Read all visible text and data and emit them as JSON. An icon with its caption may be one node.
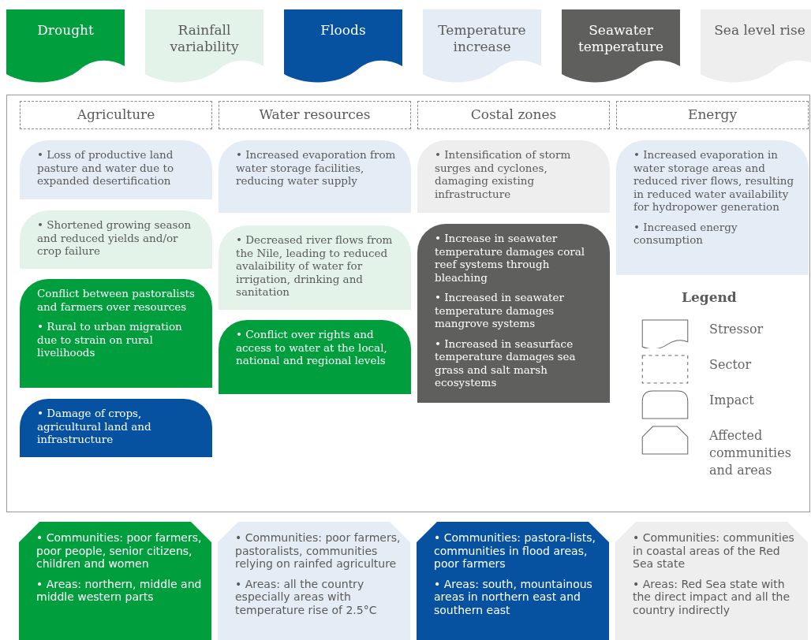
{
  "diagram": {
    "nodes": [
      {
        "text": [
          "Drought"
        ]
      },
      {
        "text": [
          "Rainfall variability"
        ]
      },
      {
        "text": [
          "Floods"
        ]
      },
      {
        "text": [
          "Temperature increase"
        ]
      },
      {
        "text": [
          "Seawater temperature"
        ]
      },
      {
        "text": [
          "Sea level rise"
        ]
      },
      {
        "text": [],
        "shape": "box"
      },
      {
        "text": [
          "Agriculture"
        ],
        "in": 6
      },
      {
        "text": [
          "Water resources"
        ],
        "in": 6
      },
      {
        "text": [
          "Costal zones"
        ],
        "in": 6
      },
      {
        "text": [
          "Energy"
        ],
        "in": 6
      },
      {
        "text": [
          "• Loss of productive land pasture and water due to expanded desertification"
        ],
        "in": 6
      },
      {
        "text": [
          "• Shortened growing season and reduced yields and/or crop failure"
        ],
        "in": 6
      },
      {
        "text": [
          "Conflict between pastoralists and farmers over resources",
          "• Rural to urban migration due to strain on rural livelihoods"
        ],
        "in": 6
      },
      {
        "text": [
          "• Damage of crops, agricultural land and infrastructure"
        ],
        "in": 6
      },
      {
        "text": [
          "• Increased evaporation from water storage facilities, reducing water supply"
        ],
        "in": 6
      },
      {
        "text": [
          "• Decreased river flows from the Nile, leading to reduced avalaibility of water for irrigation, drinking and sanitation"
        ],
        "in": 6
      },
      {
        "text": [
          "• Conflict over rights and access to water at the local, national and regional levels"
        ],
        "in": 6
      },
      {
        "text": [
          "• Intensification of storm surges and cyclones, damaging existing infrastructure"
        ],
        "in": 6
      },
      {
        "text": [
          "• Increase in seawater temperature damages coral reef systems through bleaching",
          "• Increased in seawater temperature damages mangrove systems",
          "• Increased in seasurface temperature damages sea grass and salt marsh ecosystems"
        ],
        "in": 6
      },
      {
        "text": [
          "• Increased evaporation in water storage areas and reduced river flows, resulting in reduced water availability for hydropower generation",
          "• Increased energy consumption"
        ],
        "in": 6
      },
      {
        "text": [
          "• Communities: poor farmers, poor people, senior citizens, children and women",
          "• Areas: northern, middle and middle western parts"
        ]
      },
      {
        "text": [
          "• Communities: poor farmers, pastoralists, communities relying on rainfed agriculture",
          "• Areas: all the country especially areas with temperature rise of 2.5°C"
        ]
      },
      {
        "text": [
          "• Communities: pastora-lists, communities in flood areas, poor farmers",
          "• Areas: south, mountainous areas in northern east and southern east"
        ]
      },
      {
        "text": [
          "• Communities: communities in coastal areas of the Red Sea state",
          "• Areas: Red Sea state with the direct impact and all the country indirectly"
        ]
      }
    ],
    "labels": [
      "Legend"
    ],
    "legend": [
      {
        "text": "Stressor"
      },
      {
        "text": "Sector"
      },
      {
        "text": "Impact"
      },
      {
        "text": "Affected communities and areas"
      }
    ]
  }
}
